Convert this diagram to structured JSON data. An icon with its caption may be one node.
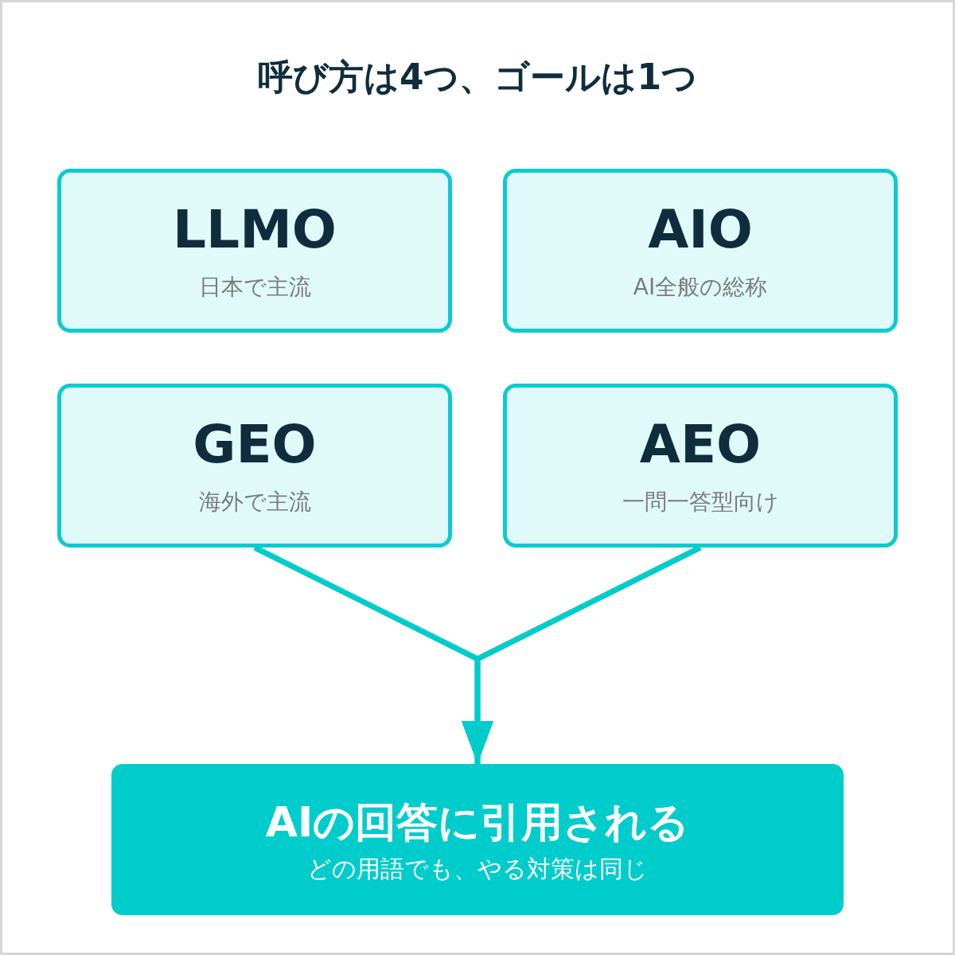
{
  "diagram": {
    "title": "呼び方は4つ、ゴールは1つ",
    "nodes": [
      {
        "text": [
          "LLMO",
          "日本で主流"
        ]
      },
      {
        "text": [
          "AIO",
          "AI全般の総称"
        ]
      },
      {
        "text": [
          "GEO",
          "海外で主流"
        ]
      },
      {
        "text": [
          "AEO",
          "一問一答型向け"
        ]
      },
      {
        "text": [
          "AIの回答に引用される",
          "どの用語でも、やる対策は同じ"
        ]
      }
    ],
    "edges": [
      {
        "from": 2,
        "to": 4,
        "arrow": "to"
      },
      {
        "from": 3,
        "to": 4,
        "arrow": "to"
      }
    ]
  }
}
